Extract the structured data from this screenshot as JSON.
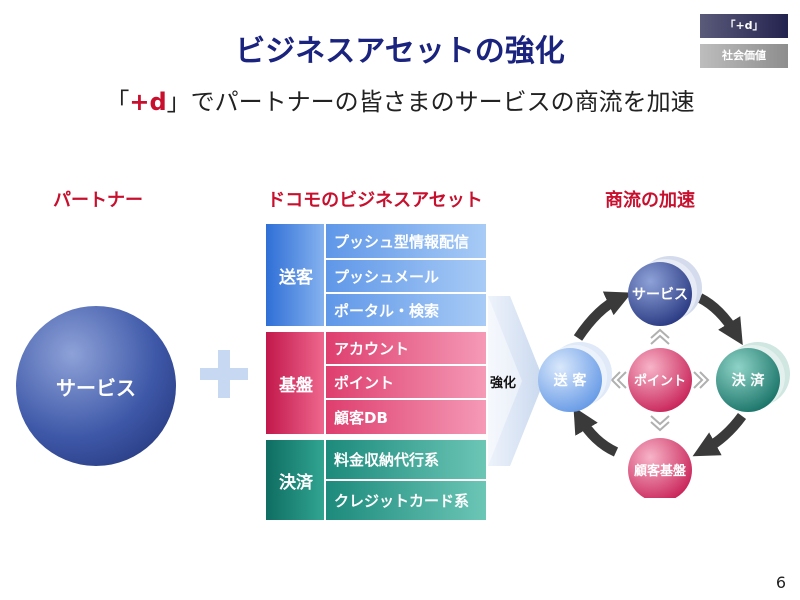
{
  "title": "ビジネスアセットの強化",
  "subtitle": {
    "open": "「",
    "brand": "+d",
    "close": "」",
    "rest": "でパートナーの皆さまのサービスの商流を加速"
  },
  "tags": {
    "plus_d": "「+d」",
    "social_value": "社会価値"
  },
  "columns": {
    "partner": "パートナー",
    "assets": "ドコモのビジネスアセット",
    "commerce": "商流の加速"
  },
  "partner_service": "サービス",
  "plus": "+",
  "asset_groups": [
    {
      "name": "送客",
      "items": [
        "プッシュ型情報配信",
        "プッシュメール",
        "ポータル・検索"
      ]
    },
    {
      "name": "基盤",
      "items": [
        "アカウント",
        "ポイント",
        "顧客DB"
      ]
    },
    {
      "name": "決済",
      "items": [
        "料金収納代行系",
        "クレジットカード系"
      ]
    }
  ],
  "strengthen": "強化",
  "cycle": {
    "top": "サービス",
    "right": "決 済",
    "bottom": "顧客基盤",
    "left": "送 客",
    "center": "ポイント"
  },
  "page_number": "6"
}
